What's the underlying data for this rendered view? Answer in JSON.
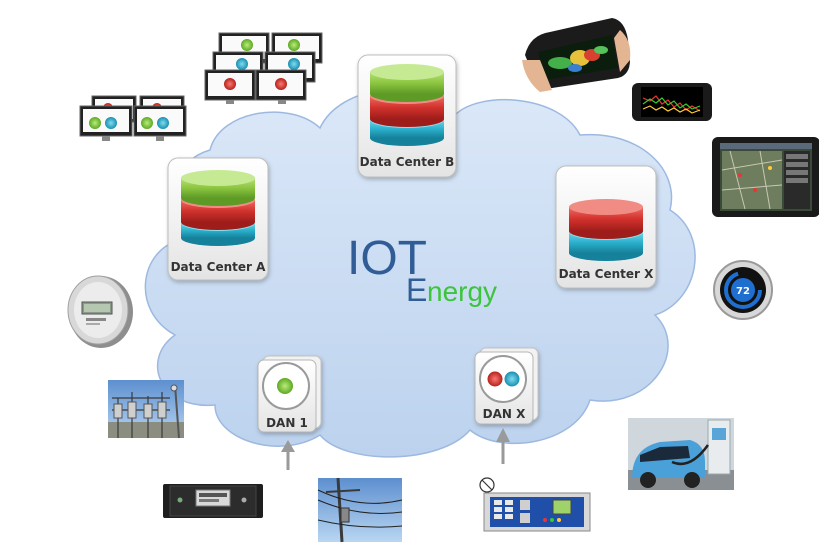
{
  "title": {
    "main": "IOT",
    "sub_initial": "E",
    "sub_rest": "nergy"
  },
  "data_centers": [
    {
      "label": "Data Center A"
    },
    {
      "label": "Data Center B"
    },
    {
      "label": "Data Center X"
    }
  ],
  "dans": [
    {
      "label": "DAN 1"
    },
    {
      "label": "DAN X"
    }
  ],
  "thermostat": {
    "value": "72"
  },
  "colors": {
    "cloud_fill": "#c9dcf4",
    "cloud_stroke": "#9db9df",
    "title_blue": "#305d96",
    "title_green": "#3cc43a",
    "disk_green": "#8cc63f",
    "disk_red": "#d2322d",
    "disk_cyan": "#2ab0cc"
  },
  "icons": [
    "multi-monitor-display-icon",
    "dual-monitor-display-icon",
    "tablet-map-icon",
    "smartphone-chart-icon",
    "tablet-dashboard-icon",
    "smart-thermostat-icon",
    "smart-meter-icon",
    "substation-icon",
    "rack-server-icon",
    "power-line-pole-icon",
    "control-panel-relay-icon",
    "ev-charging-icon"
  ]
}
